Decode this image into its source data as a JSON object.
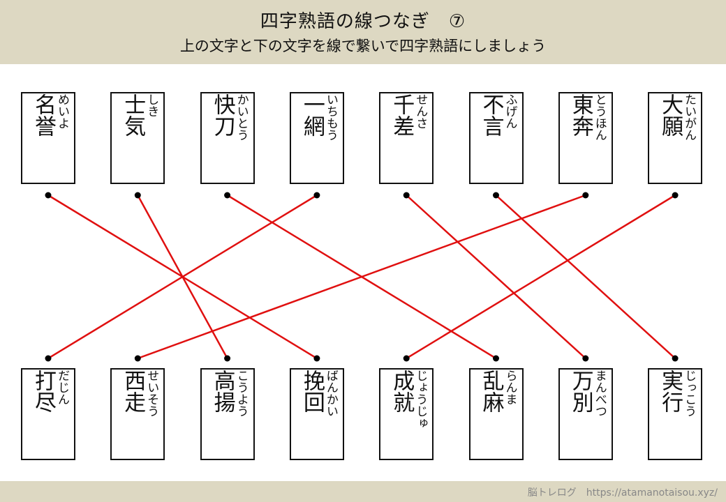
{
  "header": {
    "title": "四字熟語の線つなぎ　⑦",
    "subtitle": "上の文字と下の文字を線で繋いで四字熟語にしましょう"
  },
  "top_cards": [
    {
      "kanji": "名誉",
      "kana": "めいよ"
    },
    {
      "kanji": "士気",
      "kana": "しき"
    },
    {
      "kanji": "快刀",
      "kana": "かいとう"
    },
    {
      "kanji": "一網",
      "kana": "いちもう"
    },
    {
      "kanji": "千差",
      "kana": "せんさ"
    },
    {
      "kanji": "不言",
      "kana": "ふげん"
    },
    {
      "kanji": "東奔",
      "kana": "とうほん"
    },
    {
      "kanji": "大願",
      "kana": "たいがん"
    }
  ],
  "bottom_cards": [
    {
      "kanji": "打尽",
      "kana": "だじん"
    },
    {
      "kanji": "西走",
      "kana": "せいそう"
    },
    {
      "kanji": "高揚",
      "kana": "こうよう"
    },
    {
      "kanji": "挽回",
      "kana": "ばんかい"
    },
    {
      "kanji": "成就",
      "kana": "じょうじゅ"
    },
    {
      "kanji": "乱麻",
      "kana": "らんま"
    },
    {
      "kanji": "万別",
      "kana": "まんべつ"
    },
    {
      "kanji": "実行",
      "kana": "じっこう"
    }
  ],
  "connections": [
    [
      0,
      3
    ],
    [
      1,
      2
    ],
    [
      2,
      5
    ],
    [
      3,
      0
    ],
    [
      4,
      6
    ],
    [
      5,
      7
    ],
    [
      6,
      1
    ],
    [
      7,
      4
    ]
  ],
  "line_color": "#e01010",
  "footer": {
    "text": "脳トレログ　https://atamanotaisou.xyz/"
  }
}
